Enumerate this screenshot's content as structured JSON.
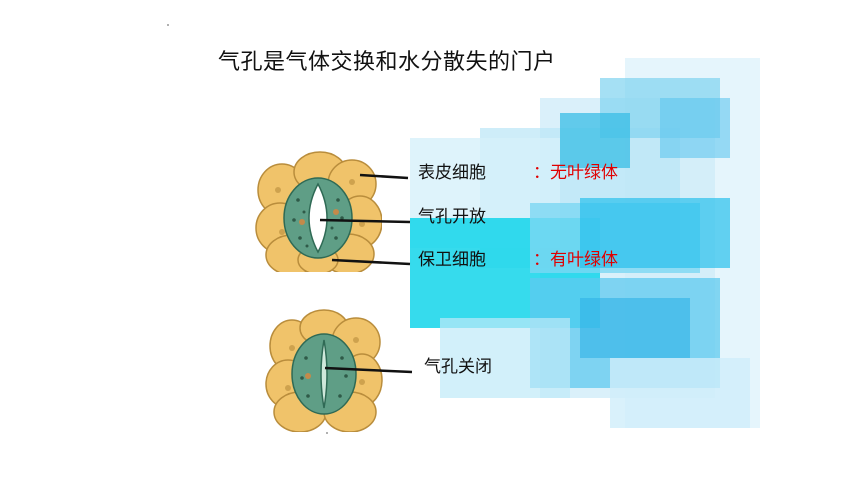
{
  "slide": {
    "title": "气孔是气体交换和水分散失的门户"
  },
  "labels": {
    "epidermal": "表皮细胞",
    "stoma_open": "气孔开放",
    "guard": "保卫细胞",
    "stoma_closed": "气孔关闭"
  },
  "notes": {
    "epidermal": "：无叶绿体",
    "guard": "：有叶绿体"
  },
  "colors": {
    "note": "#e00000",
    "cell_fill": "#f0c36a",
    "guard_fill": "#5f9e86",
    "deco_cyan": "#22d3ee"
  }
}
